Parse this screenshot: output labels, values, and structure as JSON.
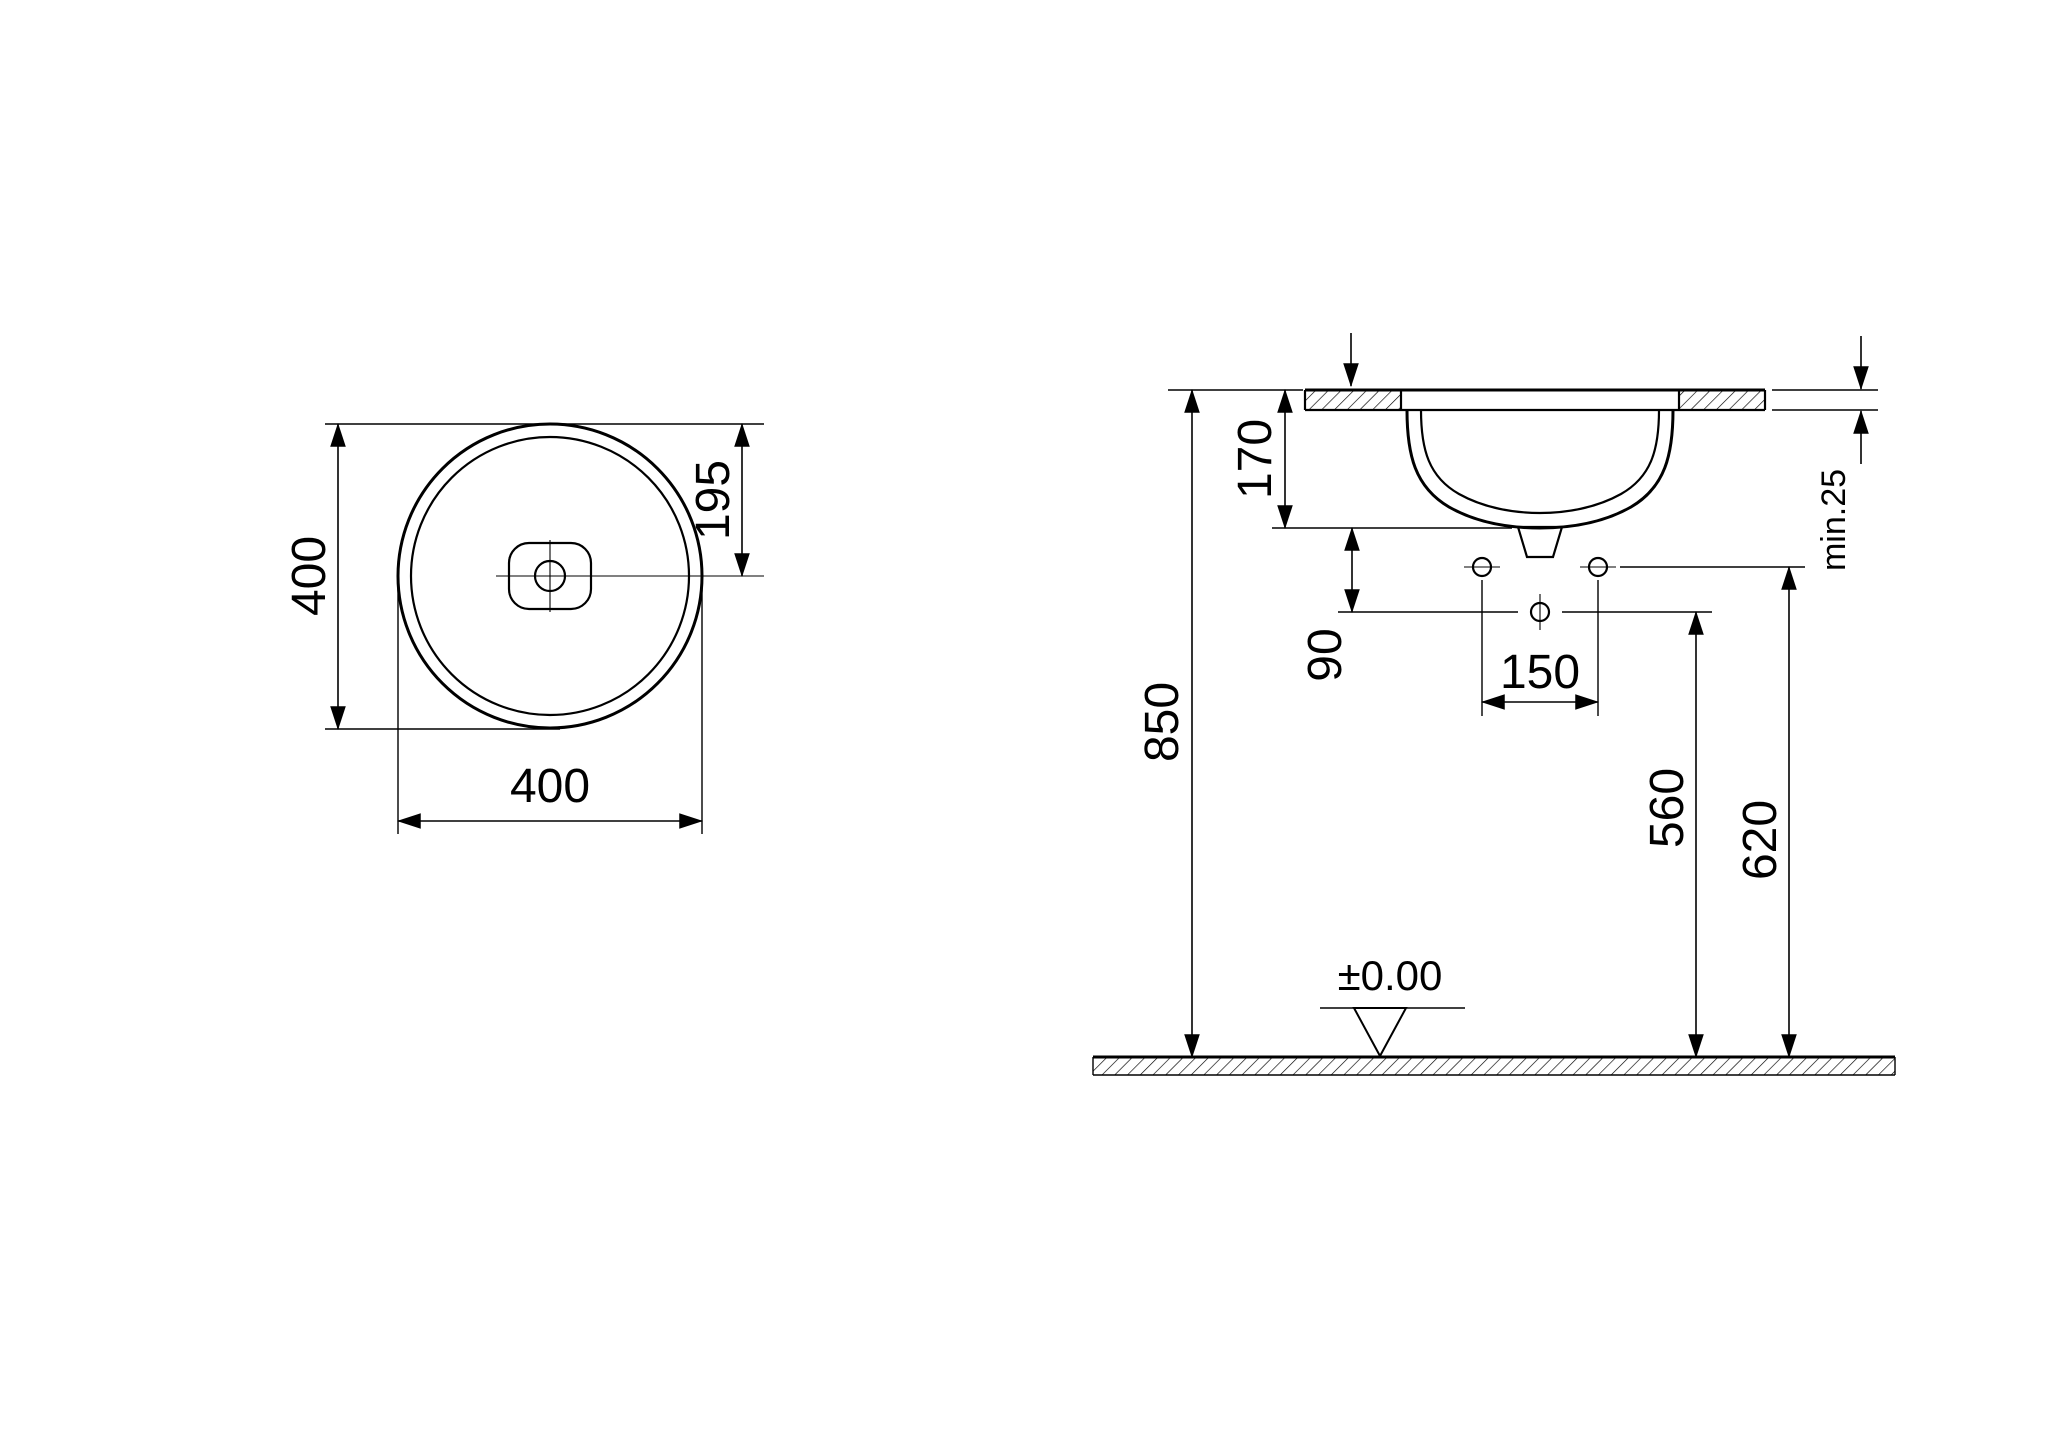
{
  "colors": {
    "background": "#ffffff",
    "line": "#000000"
  },
  "top_view": {
    "width": "400",
    "height": "400",
    "drain_center_offset": "195"
  },
  "front_view": {
    "counter_height": "850",
    "basin_depth": "170",
    "bottom_to_fixing": "90",
    "fixing_spacing": "150",
    "lower_fixing_height": "560",
    "upper_fixing_height": "620",
    "counter_thickness": "min.25",
    "floor_level": "±0.00"
  }
}
